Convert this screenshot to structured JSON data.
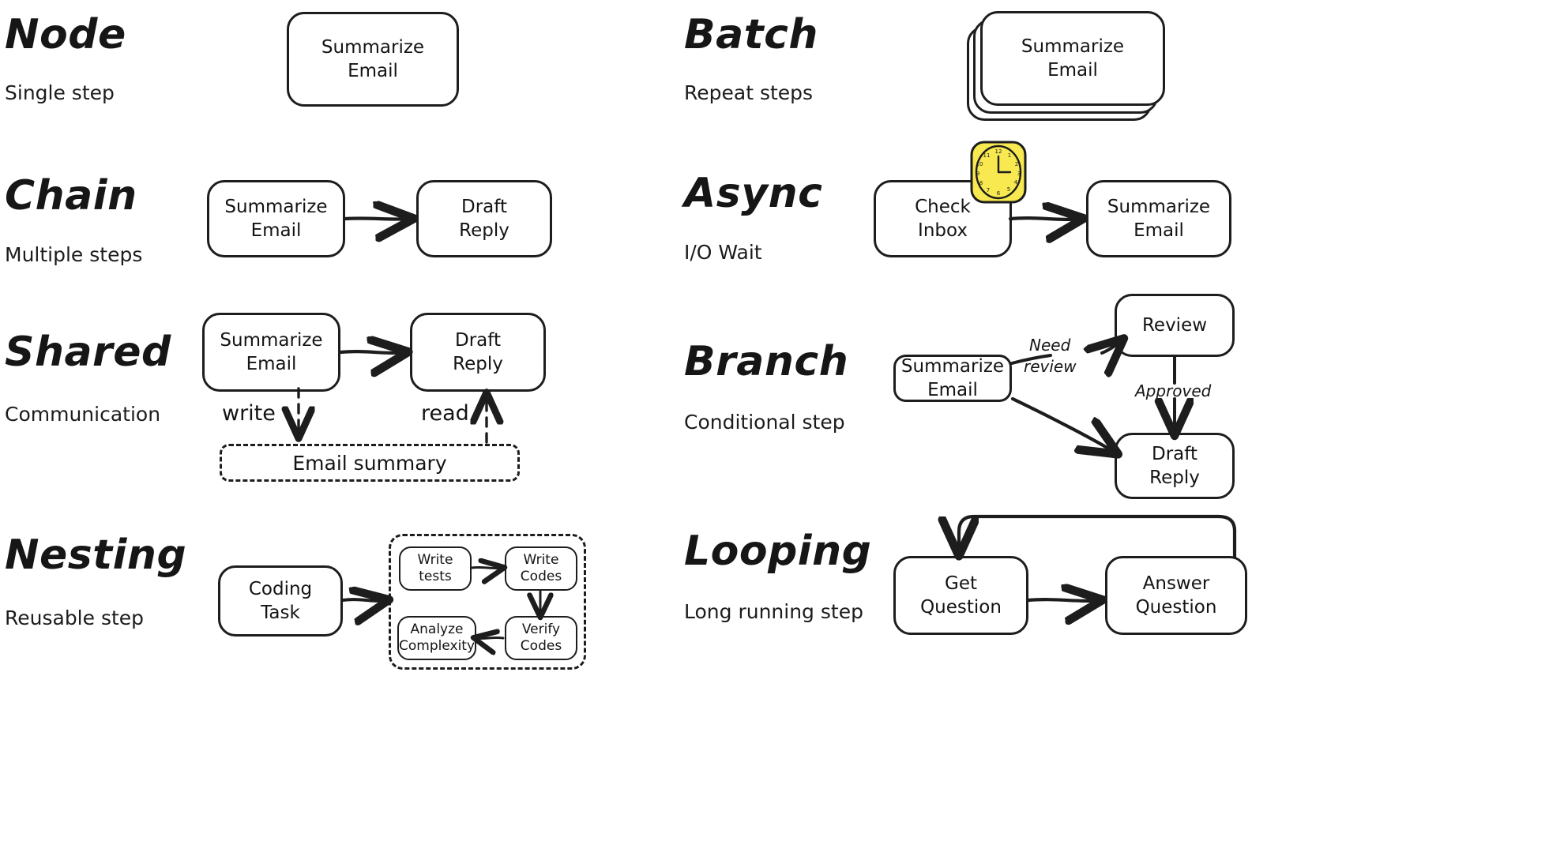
{
  "figure": {
    "style": "hand-drawn whiteboard",
    "background": "#ffffff",
    "ink_color": "#1d1d1d",
    "accent_color": "#f7e94f",
    "columns": 2,
    "rows": 4
  },
  "panels": [
    {
      "id": "node",
      "title": "Node",
      "subtitle": "Single step",
      "nodes": [
        {
          "id": "n-node-1",
          "lines": [
            "Summarize",
            "Email"
          ]
        }
      ],
      "edges": [],
      "edge_labels": []
    },
    {
      "id": "batch",
      "title": "Batch",
      "subtitle": "Repeat steps",
      "nodes": [
        {
          "id": "n-batch-1",
          "lines": [
            "Summarize",
            "Email"
          ]
        }
      ],
      "stacked": true,
      "stack_count": 3,
      "edges": [],
      "edge_labels": []
    },
    {
      "id": "chain",
      "title": "Chain",
      "subtitle": "Multiple steps",
      "nodes": [
        {
          "id": "n-chain-1",
          "lines": [
            "Summarize",
            "Email"
          ]
        },
        {
          "id": "n-chain-2",
          "lines": [
            "Draft",
            "Reply"
          ]
        }
      ],
      "edges": [
        {
          "from": "n-chain-1",
          "to": "n-chain-2",
          "style": "solid",
          "arrow": true
        }
      ],
      "edge_labels": []
    },
    {
      "id": "async",
      "title": "Async",
      "subtitle": "I/O Wait",
      "nodes": [
        {
          "id": "n-async-1",
          "lines": [
            "Check",
            "Inbox"
          ]
        },
        {
          "id": "n-async-2",
          "lines": [
            "Summarize",
            "Email"
          ]
        }
      ],
      "decorations": [
        {
          "type": "clock-emoji",
          "name": "clock-icon",
          "time": "3:00"
        }
      ],
      "edges": [
        {
          "from": "n-async-1",
          "to": "n-async-2",
          "style": "solid",
          "arrow": true
        }
      ],
      "edge_labels": []
    },
    {
      "id": "shared",
      "title": "Shared",
      "subtitle": "Communication",
      "nodes": [
        {
          "id": "n-shared-1",
          "lines": [
            "Summarize",
            "Email"
          ]
        },
        {
          "id": "n-shared-2",
          "lines": [
            "Draft",
            "Reply"
          ]
        }
      ],
      "store": {
        "id": "n-shared-store",
        "label": "Email summary",
        "style": "dashed"
      },
      "edges": [
        {
          "from": "n-shared-1",
          "to": "n-shared-2",
          "style": "solid",
          "arrow": true
        },
        {
          "from": "n-shared-1",
          "to": "n-shared-store",
          "style": "dashed",
          "arrow": true
        },
        {
          "from": "n-shared-store",
          "to": "n-shared-2",
          "style": "dashed",
          "arrow": true
        }
      ],
      "edge_labels": [
        {
          "text": "write"
        },
        {
          "text": "read"
        }
      ]
    },
    {
      "id": "branch",
      "title": "Branch",
      "subtitle": "Conditional step",
      "nodes": [
        {
          "id": "n-branch-1",
          "lines": [
            "Summarize",
            "Email"
          ]
        },
        {
          "id": "n-branch-2",
          "lines": [
            "Review"
          ]
        },
        {
          "id": "n-branch-3",
          "lines": [
            "Draft",
            "Reply"
          ]
        }
      ],
      "edges": [
        {
          "from": "n-branch-1",
          "to": "n-branch-2",
          "style": "solid",
          "arrow": true
        },
        {
          "from": "n-branch-1",
          "to": "n-branch-3",
          "style": "solid",
          "arrow": true
        },
        {
          "from": "n-branch-2",
          "to": "n-branch-3",
          "style": "solid",
          "arrow": true
        }
      ],
      "edge_labels": [
        {
          "text": "Need\nreview",
          "line1": "Need",
          "line2": "review"
        },
        {
          "text": "Approved"
        }
      ]
    },
    {
      "id": "nesting",
      "title": "Nesting",
      "subtitle": "Reusable step",
      "nodes": [
        {
          "id": "n-nest-1",
          "lines": [
            "Coding",
            "Task"
          ]
        }
      ],
      "subflow": {
        "id": "n-nest-flow",
        "style": "dashed",
        "nodes": [
          {
            "id": "n-nest-a",
            "lines": [
              "Write",
              "tests"
            ]
          },
          {
            "id": "n-nest-b",
            "lines": [
              "Write",
              "Codes"
            ]
          },
          {
            "id": "n-nest-c",
            "lines": [
              "Analyze",
              "Complexity"
            ]
          },
          {
            "id": "n-nest-d",
            "lines": [
              "Verify",
              "Codes"
            ]
          }
        ],
        "edges": [
          {
            "from": "n-nest-a",
            "to": "n-nest-b",
            "style": "solid",
            "arrow": true
          },
          {
            "from": "n-nest-b",
            "to": "n-nest-d",
            "style": "solid",
            "arrow": true
          },
          {
            "from": "n-nest-d",
            "to": "n-nest-c",
            "style": "solid",
            "arrow": true
          }
        ]
      },
      "edges": [
        {
          "from": "n-nest-1",
          "to": "n-nest-flow",
          "style": "solid",
          "arrow": true
        }
      ],
      "edge_labels": []
    },
    {
      "id": "looping",
      "title": "Looping",
      "subtitle": "Long running step",
      "nodes": [
        {
          "id": "n-loop-1",
          "lines": [
            "Get",
            "Question"
          ]
        },
        {
          "id": "n-loop-2",
          "lines": [
            "Answer",
            "Question"
          ]
        }
      ],
      "edges": [
        {
          "from": "n-loop-1",
          "to": "n-loop-2",
          "style": "solid",
          "arrow": true
        },
        {
          "from": "n-loop-2",
          "to": "n-loop-1",
          "style": "solid",
          "arrow": true,
          "shape": "loop-back"
        }
      ],
      "edge_labels": []
    }
  ],
  "clock": {
    "numerals": [
      "12",
      "1",
      "2",
      "3",
      "4",
      "5",
      "6",
      "7",
      "8",
      "9",
      "10",
      "11"
    ],
    "face_color": "#f7e94f",
    "hand_color": "#1d1d1d"
  }
}
